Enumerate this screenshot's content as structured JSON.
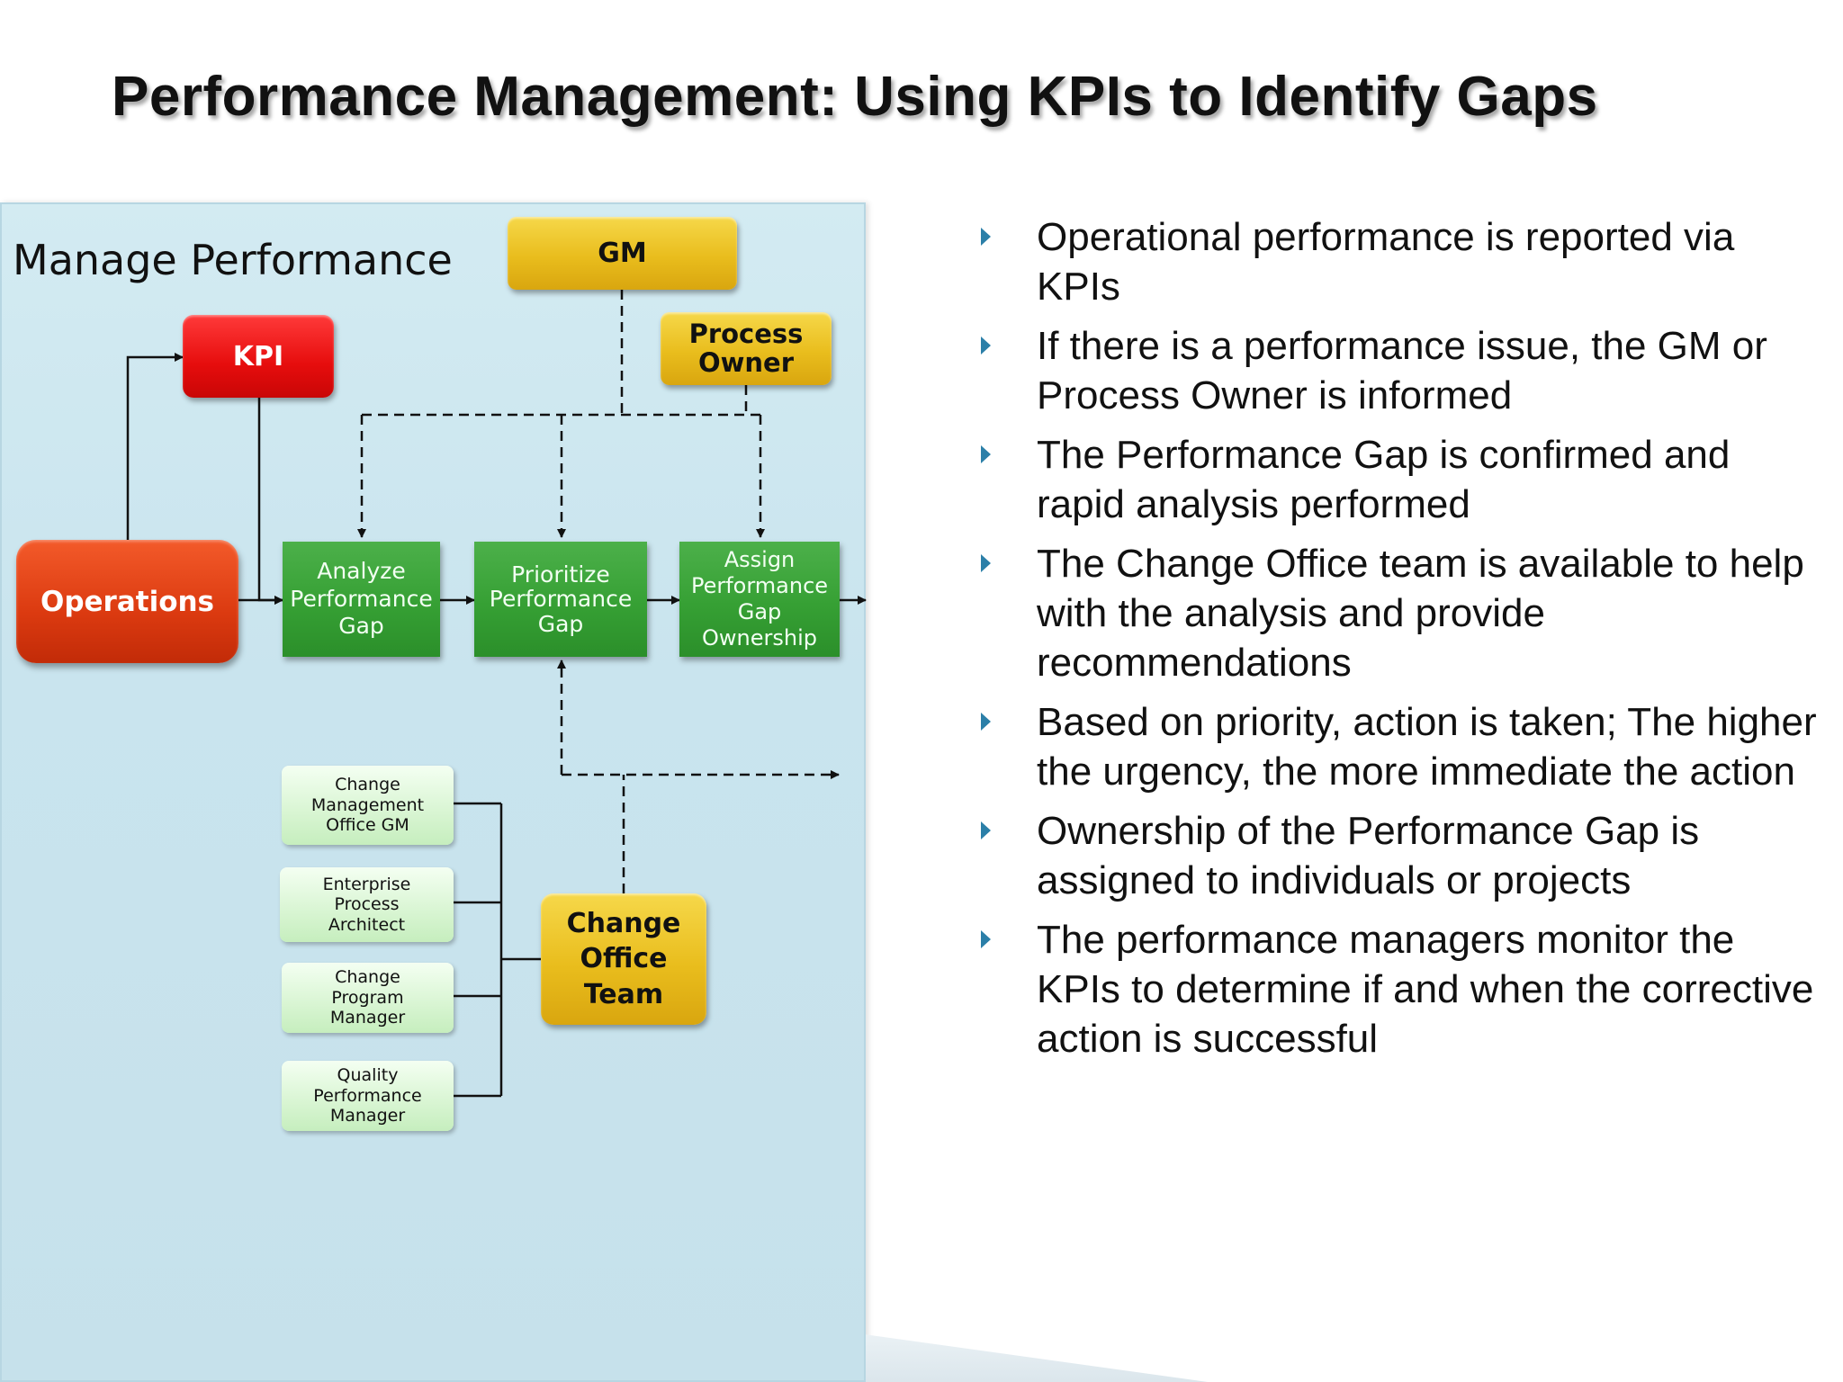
{
  "slide": {
    "title": "Performance Management:  Using KPIs to Identify Gaps"
  },
  "diagram": {
    "panel_title": "Manage Performance",
    "nodes": {
      "gm": "GM",
      "process_owner": "Process\nOwner",
      "kpi": "KPI",
      "operations": "Operations",
      "analyze_gap": "Analyze\nPerformance\nGap",
      "prioritize_gap": "Prioritize\nPerformance\nGap",
      "assign_gap": "Assign\nPerformance\nGap\nOwnership",
      "change_office_team": "Change\nOffice\nTeam"
    },
    "team_members": [
      "Change\nManagement\nOffice GM",
      "Enterprise\nProcess\nArchitect",
      "Change\nProgram\nManager",
      "Quality\nPerformance\nManager"
    ],
    "colors": {
      "panel": "#c9e4ee",
      "yellow": "#e9bd1d",
      "red": "#e60d0d",
      "orange": "#db3a10",
      "green": "#36a034",
      "light_green": "#d8f5d2",
      "bullet": "#2b7fa8"
    }
  },
  "bullets": [
    "Operational performance is reported via KPIs",
    "If there is a performance issue, the GM or Process Owner is informed",
    "The Performance Gap is confirmed and rapid analysis performed",
    "The Change Office team is available to help with the analysis and provide recommendations",
    "Based on priority, action is taken;  The higher the urgency, the more immediate the action",
    "Ownership of the Performance Gap is assigned to individuals or projects",
    "The performance managers monitor the KPIs to determine if and when the corrective action is successful"
  ]
}
